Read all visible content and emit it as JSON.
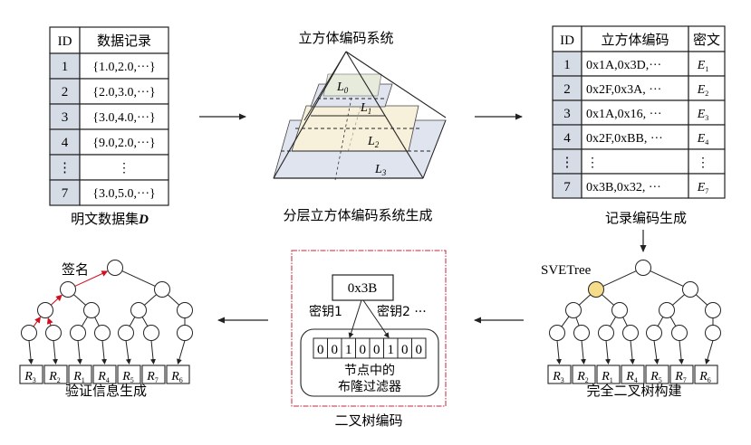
{
  "colors": {
    "id_cell_bg": "#d6dce6",
    "layer_blue": "#dfe4ee",
    "layer_yellow": "#f7f0da",
    "layer_green": "#e6ebdc",
    "highlight_node": "#f6dc8a",
    "signature_path": "#d0101e",
    "frame_border": "#c0283c"
  },
  "plaintext_table": {
    "headers": [
      "ID",
      "数据记录"
    ],
    "rows": [
      {
        "id": "1",
        "record": "{1.0,2.0,···}"
      },
      {
        "id": "2",
        "record": "{2.0,3.0,···}"
      },
      {
        "id": "3",
        "record": "{3.0,4.0,···}"
      },
      {
        "id": "4",
        "record": "{9.0,2.0,···}"
      },
      {
        "id": "⋮",
        "record": "⋮"
      },
      {
        "id": "7",
        "record": "{3.0,5.0,···}"
      }
    ],
    "caption": "明文数据集",
    "caption_var": "D"
  },
  "cube_system": {
    "title": "立方体编码系统",
    "layers": [
      {
        "label": "L",
        "sub": "0"
      },
      {
        "label": "L",
        "sub": "1"
      },
      {
        "label": "L",
        "sub": "2"
      },
      {
        "label": "L",
        "sub": "3"
      }
    ],
    "caption": "分层立方体编码系统生成"
  },
  "encoded_table": {
    "headers": [
      "ID",
      "立方体编码",
      "密文"
    ],
    "rows": [
      {
        "id": "1",
        "code": "0x1A,0x3D,···",
        "cipher": "E",
        "sub": "1"
      },
      {
        "id": "2",
        "code": "0x2F,0x3A, ···",
        "cipher": "E",
        "sub": "2"
      },
      {
        "id": "3",
        "code": "0x1A,0x16, ···",
        "cipher": "E",
        "sub": "3"
      },
      {
        "id": "4",
        "code": "0x2F,0xBB, ···",
        "cipher": "E",
        "sub": "4"
      },
      {
        "id": "⋮",
        "code": "⋮",
        "cipher": "⋮",
        "sub": ""
      },
      {
        "id": "7",
        "code": "0x3B,0x32, ···",
        "cipher": "E",
        "sub": "7"
      }
    ],
    "caption": "记录编码生成"
  },
  "svetree": {
    "label": "SVETree",
    "leaves": [
      {
        "label": "R",
        "sub": "3"
      },
      {
        "label": "R",
        "sub": "2"
      },
      {
        "label": "R",
        "sub": "1"
      },
      {
        "label": "R",
        "sub": "4"
      },
      {
        "label": "R",
        "sub": "5"
      },
      {
        "label": "R",
        "sub": "7"
      },
      {
        "label": "R",
        "sub": "6"
      }
    ],
    "caption": "完全二叉树构建"
  },
  "tree_encoding": {
    "code_value": "0x3B",
    "key1": "密钥1",
    "key2": "密钥2 ···",
    "bloom_bits": [
      "0",
      "0",
      "1",
      "0",
      "0",
      "1",
      "0",
      "0"
    ],
    "bloom_caption_line1": "节点中的",
    "bloom_caption_line2": "布隆过滤器",
    "caption": "二叉树编码"
  },
  "verification": {
    "signature_label": "签名",
    "leaves": [
      {
        "label": "R",
        "sub": "3"
      },
      {
        "label": "R",
        "sub": "2"
      },
      {
        "label": "R",
        "sub": "1"
      },
      {
        "label": "R",
        "sub": "4"
      },
      {
        "label": "R",
        "sub": "5"
      },
      {
        "label": "R",
        "sub": "7"
      },
      {
        "label": "R",
        "sub": "6"
      }
    ],
    "caption": "验证信息生成"
  }
}
